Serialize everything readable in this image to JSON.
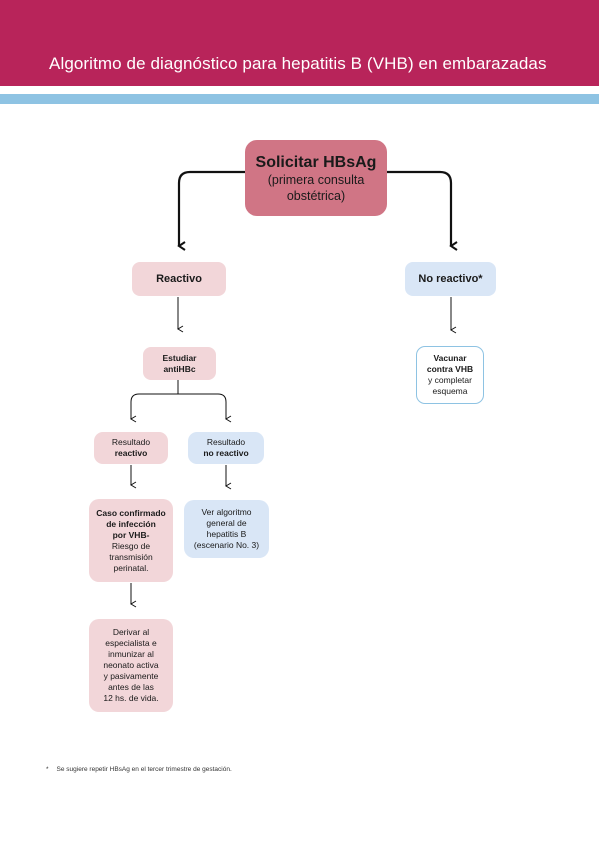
{
  "header": {
    "title": "Algoritmo de diagnóstico para hepatitis B (VHB) en embarazadas"
  },
  "colors": {
    "header_bg": "#b8245a",
    "stripe": "#8ec3e3",
    "main_node": "#d07585",
    "pink_node": "#f2d6d9",
    "blue_node": "#d9e6f6",
    "vaccine_border": "#8ec3e3"
  },
  "flowchart": {
    "start": {
      "title": "Solicitar HBsAg",
      "subtitle_1": "(primera consulta",
      "subtitle_2": "obstétrica)"
    },
    "reactive": {
      "label": "Reactivo"
    },
    "non_reactive": {
      "label": "No reactivo*"
    },
    "study": {
      "line_1": "Estudiar",
      "line_2": "antiHBc"
    },
    "vaccinate": {
      "line_1": "Vacunar",
      "line_2": "contra VHB",
      "line_3": "y completar",
      "line_4": "esquema"
    },
    "result_reactive": {
      "line_1": "Resultado",
      "line_2": "reactivo"
    },
    "result_non_reactive": {
      "line_1": "Resultado",
      "line_2": "no reactivo"
    },
    "confirmed": {
      "line_1": "Caso confirmado",
      "line_2": "de infección",
      "line_3": "por VHB-",
      "line_4": "Riesgo de",
      "line_5": "transmisión",
      "line_6": "perinatal."
    },
    "see_algorithm": {
      "line_1": "Ver algoritmo",
      "line_2": "general de",
      "line_3": "hepatitis B",
      "line_4": "(escenario No. 3)"
    },
    "refer": {
      "line_1": "Derivar al",
      "line_2": "especialista e",
      "line_3": "inmunizar al",
      "line_4": "neonato activa",
      "line_5": "y pasivamente",
      "line_6": "antes de las",
      "line_7": "12 hs. de vida."
    }
  },
  "footnote": {
    "mark": "*",
    "text": "Se sugiere repetir HBsAg en el tercer trimestre de gestación."
  }
}
